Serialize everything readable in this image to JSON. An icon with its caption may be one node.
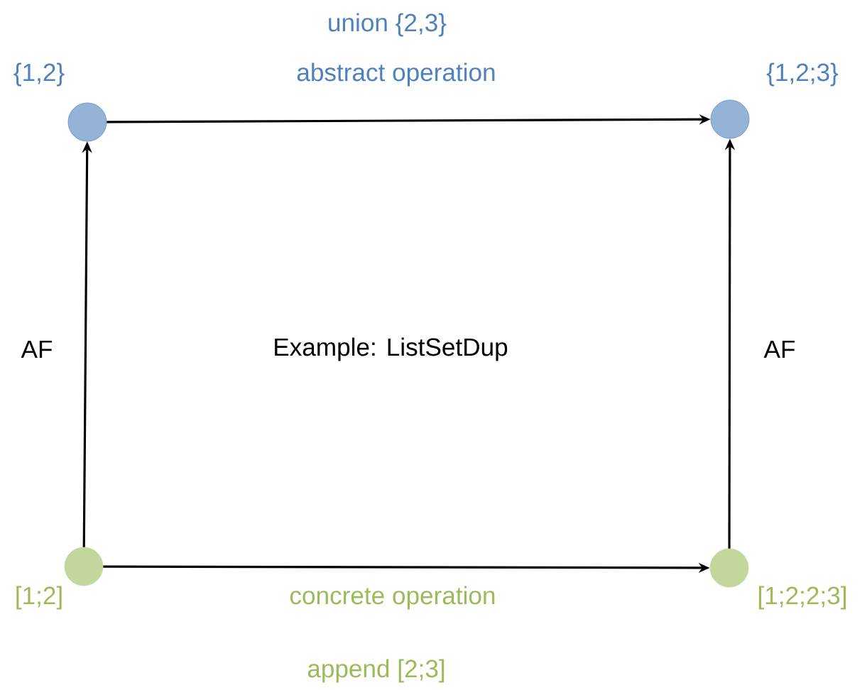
{
  "diagram": {
    "nodes": [
      {
        "text": [],
        "shape": "circle",
        "beside": [
          "{1,2}"
        ]
      },
      {
        "text": [],
        "shape": "circle",
        "beside": [
          "{1,2;3}"
        ]
      },
      {
        "text": [],
        "shape": "circle",
        "beside": [
          "[1;2]"
        ]
      },
      {
        "text": [],
        "shape": "circle",
        "beside": [
          "[1;2;2;3]"
        ]
      }
    ],
    "edges": [
      {
        "from": 0,
        "to": 1,
        "arrow": "to",
        "label": "abstract operation"
      },
      {
        "from": 2,
        "to": 0,
        "arrow": "to",
        "label": "AF"
      },
      {
        "from": 3,
        "to": 1,
        "arrow": "to",
        "label": "AF"
      },
      {
        "from": 2,
        "to": 3,
        "arrow": "to",
        "label": "concrete operation"
      }
    ],
    "labels": [
      "union {2,3}",
      "Example: ListSetDup",
      "append [2;3]"
    ]
  }
}
